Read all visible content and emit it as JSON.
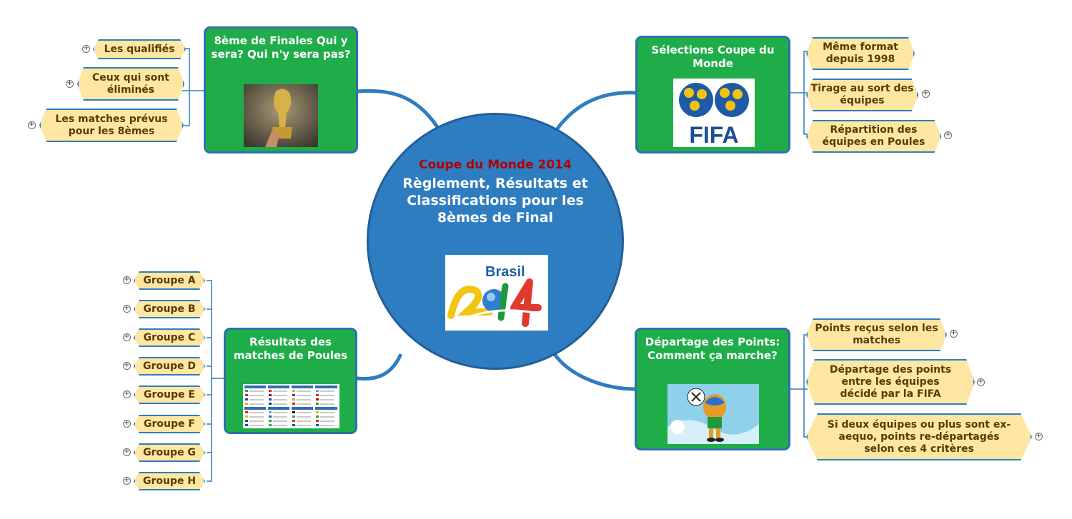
{
  "center": {
    "title": "Coupe du Monde 2014",
    "subtitle": "Règlement, Résultats et Classifications pour les 8èmes de Final",
    "logo_text": "Brasil",
    "logo_year": "2014"
  },
  "branches": {
    "finales": {
      "title": "8ème de Finales Qui y sera? Qui n'y sera pas?"
    },
    "selections": {
      "title": "Sélections Coupe du Monde",
      "logo_text": "FIFA"
    },
    "resultats": {
      "title": "Résultats des matches de Poules"
    },
    "departage": {
      "title": "Départage des Points: Comment ça marche?"
    }
  },
  "leaves": {
    "qualifies": "Les qualifiés",
    "elimines": "Ceux qui sont éliminés",
    "matches8": "Les matches prévus pour les 8èmes",
    "format": "Même format depuis 1998",
    "tirage": "Tirage au sort des équipes",
    "repartition": "Répartition des équipes en Poules",
    "groupes": [
      "Groupe A",
      "Groupe B",
      "Groupe C",
      "Groupe D",
      "Groupe E",
      "Groupe F",
      "Groupe G",
      "Groupe H"
    ],
    "points": "Points reçus selon les matches",
    "departage_fifa": "Départage des points entre les équipes décidé par la FIFA",
    "exaequo": "Si deux équipes ou plus sont ex-aequo, points re-départagés selon ces 4 critères"
  },
  "colors": {
    "center": "#2f7dc1",
    "branch": "#1fad4a",
    "leaf": "#fde7a3",
    "title_red": "#b00000"
  }
}
